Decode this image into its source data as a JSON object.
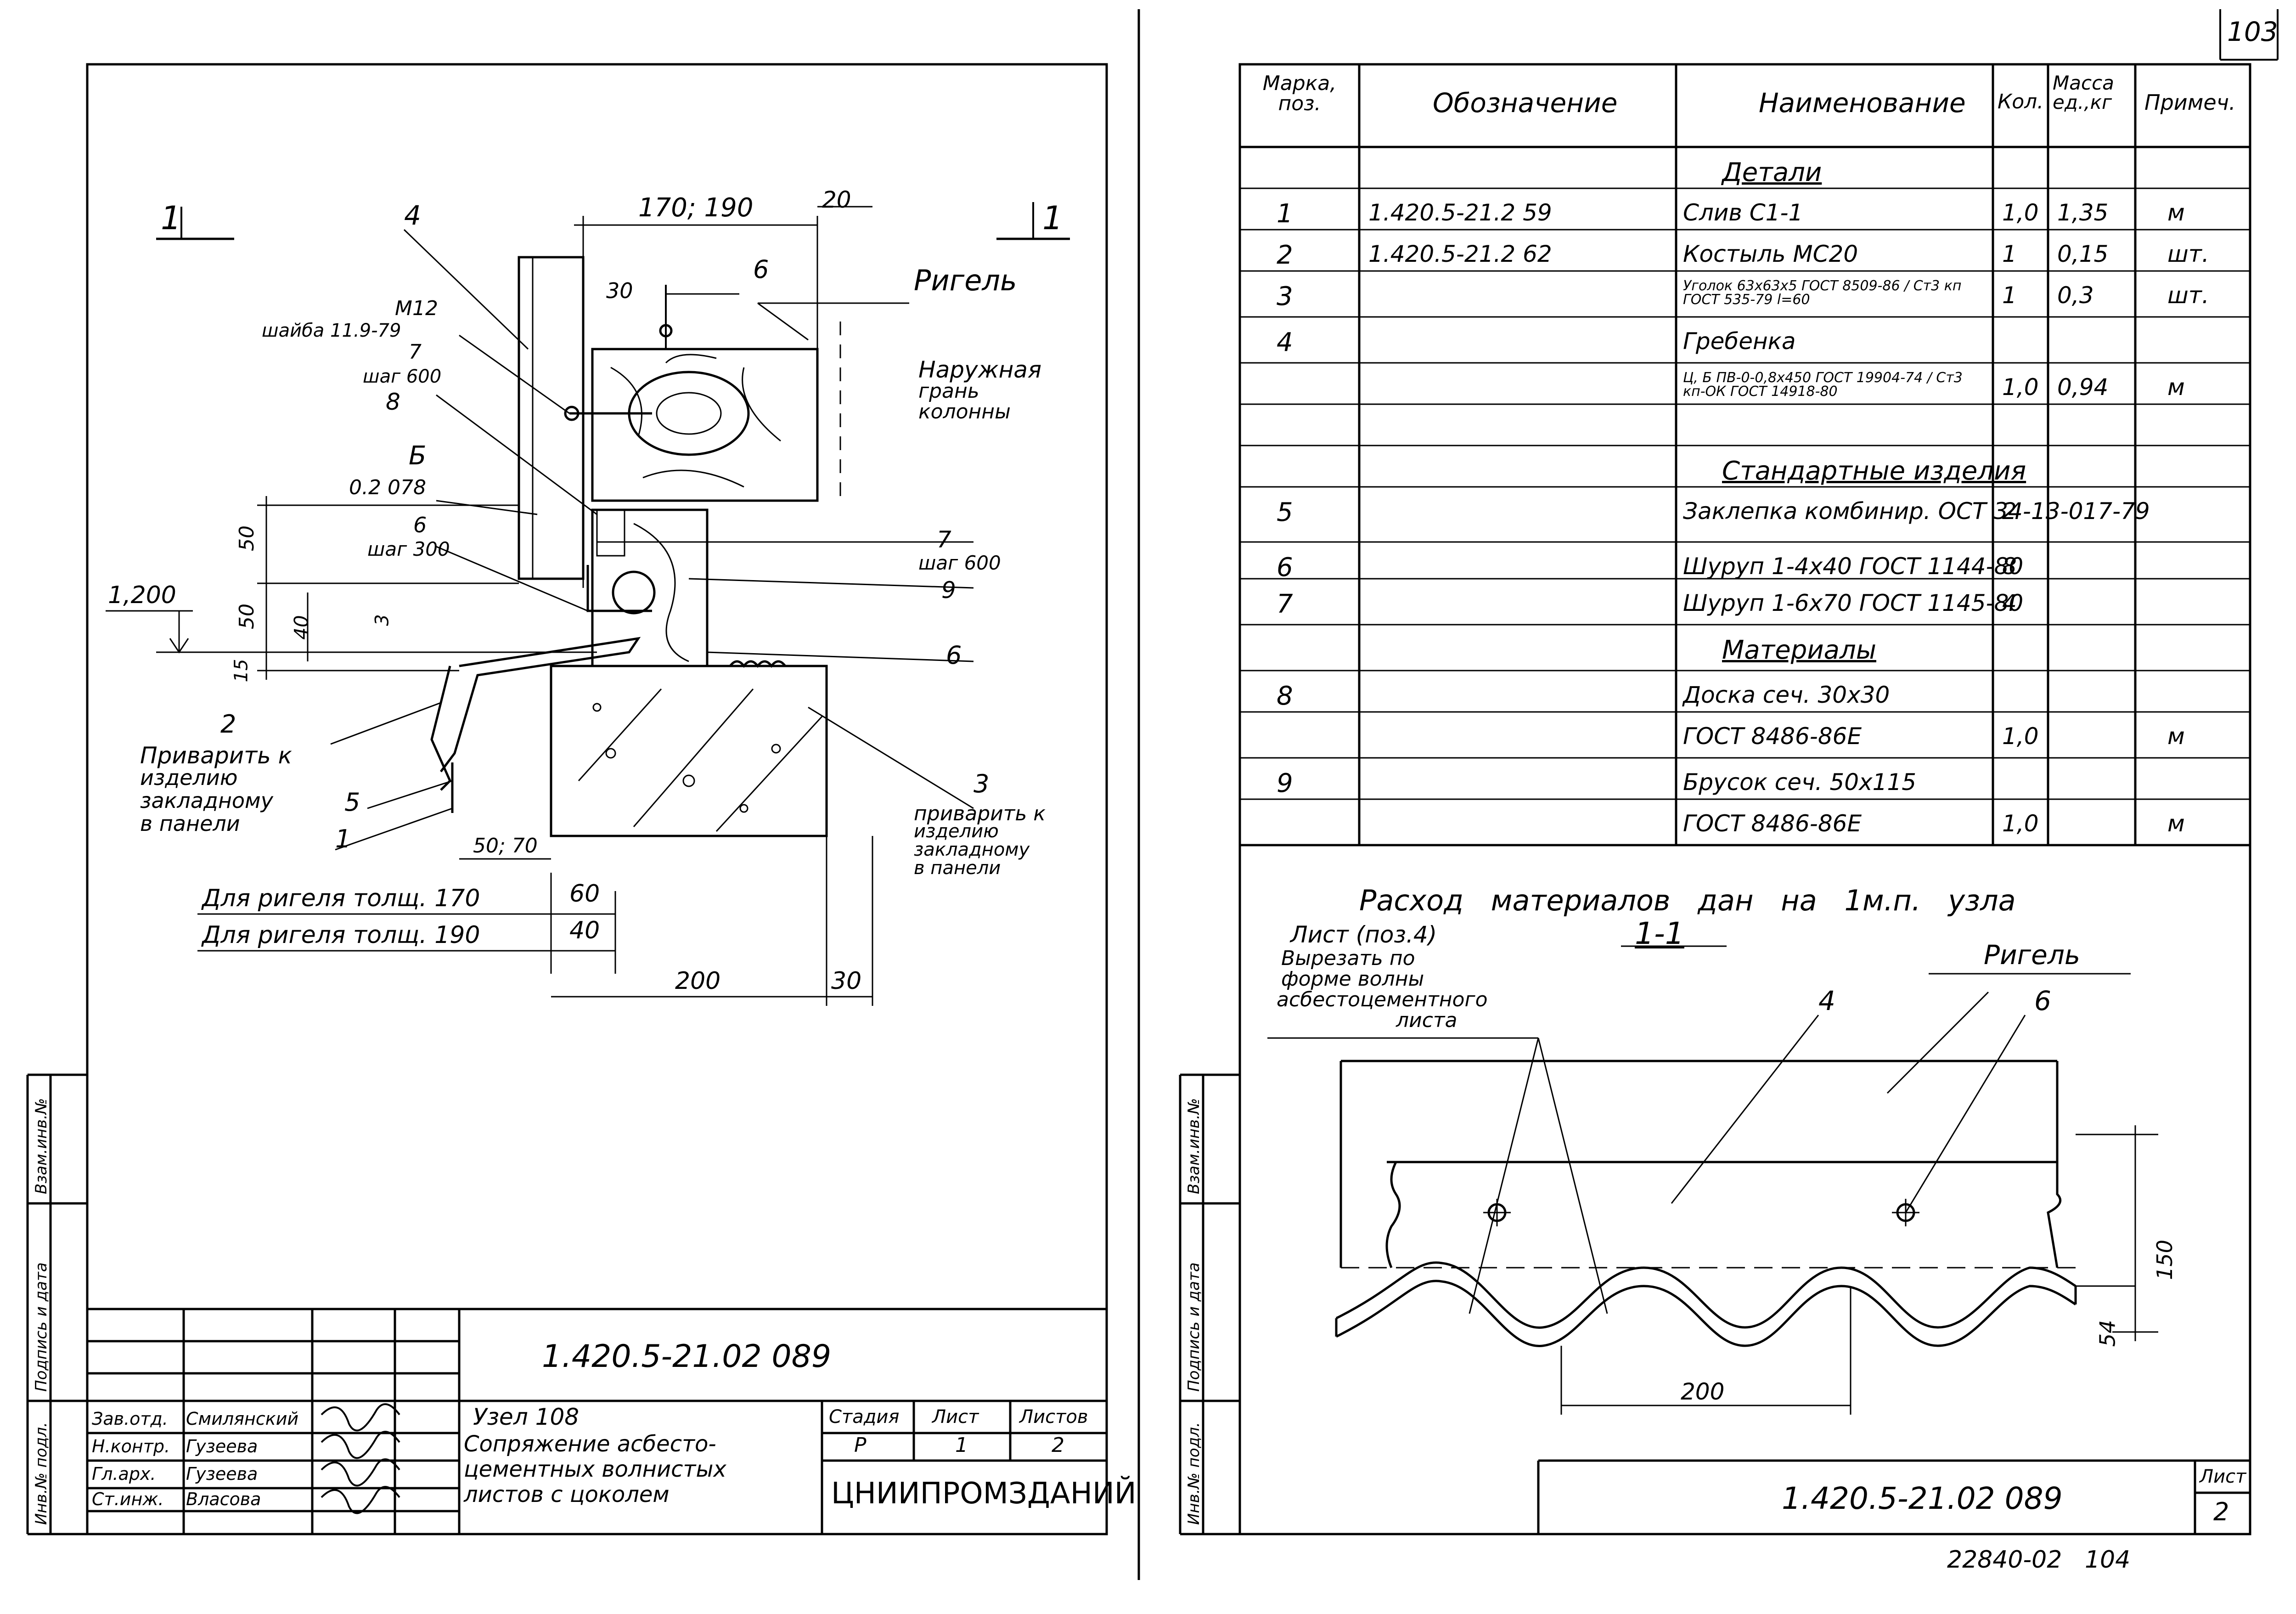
{
  "page_number": "103",
  "footer_archive": "22840-02   104",
  "left_sheet": {
    "section_marks": [
      "1",
      "1"
    ],
    "dimensions": {
      "top_width": "170; 190",
      "top_gap": "20",
      "gap_30": "30",
      "height_50_a": "50",
      "height_50_b": "50",
      "height_40": "40",
      "height_3": "3",
      "height_15": "15",
      "elevation": "1,200",
      "bottom_50_70": "50; 70",
      "dim_60": "60",
      "dim_40": "40",
      "dim_200": "200",
      "dim_30": "30"
    },
    "callouts": {
      "c4": "4",
      "c6_top": "6",
      "rigel": "Ригель",
      "m12": "М12",
      "washer": "шайба 11.9-79",
      "c7": "7",
      "step600": "шаг 600",
      "c8": "8",
      "outer_face": [
        "Наружная",
        "грань",
        "колонны"
      ],
      "b": "Б",
      "b_code": "0.2 078",
      "c6b": "6",
      "step300": "шаг 300",
      "c7b": "7",
      "step600b": "шаг 600",
      "c9": "9",
      "c6c": "6",
      "c2": "2",
      "weld_2": [
        "Приварить к",
        "изделию",
        "закладному",
        "в панели"
      ],
      "c3": "3",
      "weld_3": [
        "приварить к",
        "изделию",
        "закладному",
        "в панели"
      ],
      "c5": "5",
      "c1": "1"
    },
    "rigel_rows": [
      {
        "label": "Для ригеля толщ. 170",
        "value": "60"
      },
      {
        "label": "Для ригеля толщ. 190",
        "value": "40"
      }
    ],
    "side_stamp": [
      "Инв.№ подл.",
      "Подпись и дата",
      "Взам.инв.№"
    ],
    "title_block": {
      "doc_code": "1.420.5-21.02 089",
      "people": [
        {
          "role": "Зав.отд.",
          "name": "Смилянский"
        },
        {
          "role": "Н.контр.",
          "name": "Гузеева"
        },
        {
          "role": "Гл.арх.",
          "name": "Гузеева"
        },
        {
          "role": "Ст.инж.",
          "name": "Власова"
        }
      ],
      "title_lines": [
        "Узел 108",
        "Сопряжение асбесто-",
        "цементных волнистых",
        "листов с цоколем"
      ],
      "stage_header": "Стадия",
      "sheet_header": "Лист",
      "sheets_header": "Листов",
      "stage": "Р",
      "sheet": "1",
      "sheets": "2",
      "org": "ЦНИИПРОМЗДАНИЙ"
    }
  },
  "right_sheet": {
    "table": {
      "headers": [
        "Марка, поз.",
        "Обозначение",
        "Наименование",
        "Кол.",
        "Масса ед.,кг",
        "Примеч."
      ],
      "rows": [
        {
          "mark": "",
          "code": "",
          "name": "Детали",
          "qty": "",
          "mass": "",
          "note": "",
          "section": true
        },
        {
          "mark": "1",
          "code": "1.420.5-21.2 59",
          "name": "Слив С1-1",
          "qty": "1,0",
          "mass": "1,35",
          "note": "м"
        },
        {
          "mark": "2",
          "code": "1.420.5-21.2 62",
          "name": "Костыль МС20",
          "qty": "1",
          "mass": "0,15",
          "note": "шт."
        },
        {
          "mark": "3",
          "code": "",
          "name": "Уголок 63x63x5 ГОСТ 8509-86 / Ст3 кп ГОСТ 535-79 l=60",
          "qty": "1",
          "mass": "0,3",
          "note": "шт."
        },
        {
          "mark": "4",
          "code": "",
          "name": "Гребенка",
          "qty": "",
          "mass": "",
          "note": ""
        },
        {
          "mark": "",
          "code": "",
          "name": "Ц, Б ПВ-0-0,8x450 ГОСТ 19904-74 / Ст3 кп-ОК ГОСТ 14918-80",
          "qty": "1,0",
          "mass": "0,94",
          "note": "м"
        },
        {
          "mark": "",
          "code": "",
          "name": "",
          "qty": "",
          "mass": "",
          "note": ""
        },
        {
          "mark": "",
          "code": "",
          "name": "Стандартные изделия",
          "qty": "",
          "mass": "",
          "note": "",
          "section": true
        },
        {
          "mark": "5",
          "code": "",
          "name": "Заклепка комбинир. ОСТ 34-13-017-79",
          "qty": "2",
          "mass": "",
          "note": ""
        },
        {
          "mark": "6",
          "code": "",
          "name": "Шуруп 1-4x40 ГОСТ 1144-80",
          "qty": "8",
          "mass": "",
          "note": ""
        },
        {
          "mark": "7",
          "code": "",
          "name": "Шуруп 1-6x70 ГОСТ 1145-80",
          "qty": "4",
          "mass": "",
          "note": ""
        },
        {
          "mark": "",
          "code": "",
          "name": "Материалы",
          "qty": "",
          "mass": "",
          "note": "",
          "section": true
        },
        {
          "mark": "8",
          "code": "",
          "name": "Доска сеч. 30x30",
          "qty": "",
          "mass": "",
          "note": ""
        },
        {
          "mark": "",
          "code": "",
          "name": "ГОСТ 8486-86Е",
          "qty": "1,0",
          "mass": "",
          "note": "м"
        },
        {
          "mark": "9",
          "code": "",
          "name": "Брусок сеч. 50x115",
          "qty": "",
          "mass": "",
          "note": ""
        },
        {
          "mark": "",
          "code": "",
          "name": "ГОСТ 8486-86Е",
          "qty": "1,0",
          "mass": "",
          "note": "м"
        }
      ]
    },
    "consumption_note": "Расход материалов дан на 1м.п. узла",
    "section_label": "1-1",
    "sheet_note": [
      "Лист (поз.4)",
      "Вырезать по",
      "форме волны",
      "асбестоцементного",
      "листа"
    ],
    "rigel": "Ригель",
    "c4": "4",
    "c6": "6",
    "dim_150": "150",
    "dim_54": "54",
    "dim_200": "200",
    "side_stamp": [
      "Инв.№ подл.",
      "Подпись и дата",
      "Взам.инв.№"
    ],
    "doc_code": "1.420.5-21.02 089",
    "sheet_label": "Лист",
    "sheet_no": "2"
  }
}
